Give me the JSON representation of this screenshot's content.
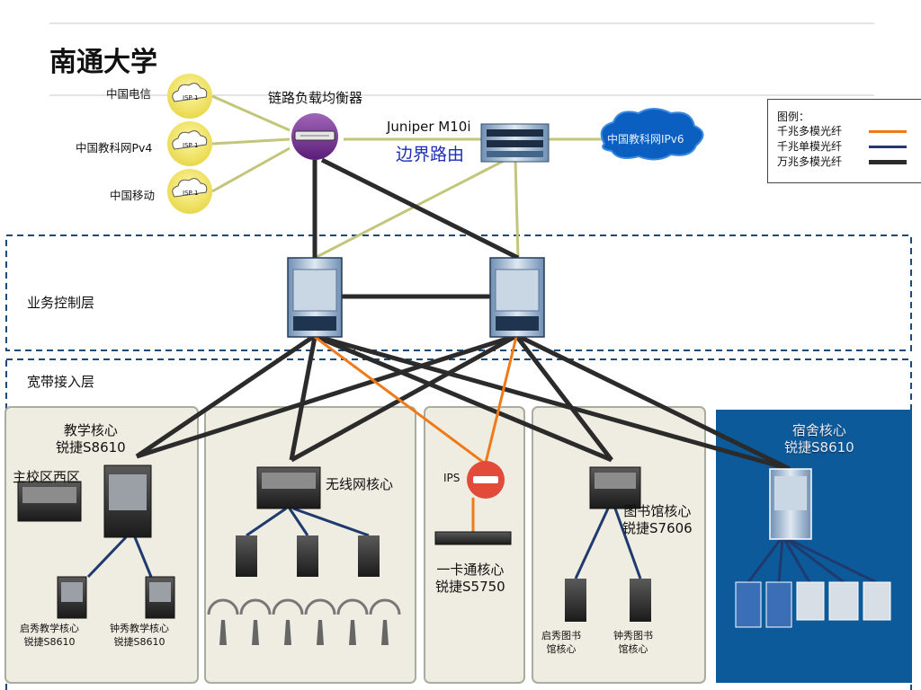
{
  "title": "南通大学",
  "isp": {
    "telecom": "中国电信",
    "cernet_v4": "中国教科网Pv4",
    "mobile": "中国移动",
    "cloud_text": "ISP 1"
  },
  "load_balancer": "链路负载均衡器",
  "border_router": {
    "model": "Juniper M10i",
    "label": "边界路由"
  },
  "cernet_v6": "中国教科网IPv6",
  "legend": {
    "title": "图例：",
    "items": [
      {
        "label": "千兆多模光纤",
        "color": "#ee7a1a"
      },
      {
        "label": "千兆单模光纤",
        "color": "#1e3a6e"
      },
      {
        "label": "万兆多模光纤",
        "color": "#2b2b2b"
      }
    ]
  },
  "layers": {
    "control": "业务控制层",
    "access": "宽带接入层"
  },
  "teaching": {
    "core": "教学核心\n锐捷S8610",
    "campus_west": "主校区西区",
    "qixiu": "启秀教学核心\n锐捷S8610",
    "zhongxiu": "钟秀教学核心\n锐捷S8610"
  },
  "wireless": {
    "core": "无线网核心"
  },
  "ips": {
    "label": "IPS"
  },
  "card": {
    "core": "一卡通核心\n锐捷S5750"
  },
  "library": {
    "core": "图书馆核心\n锐捷S7606",
    "qixiu": "启秀图书\n馆核心",
    "zhongxiu": "钟秀图书\n馆核心"
  },
  "dorm": {
    "core": "宿舍核心\n锐捷S8610"
  }
}
